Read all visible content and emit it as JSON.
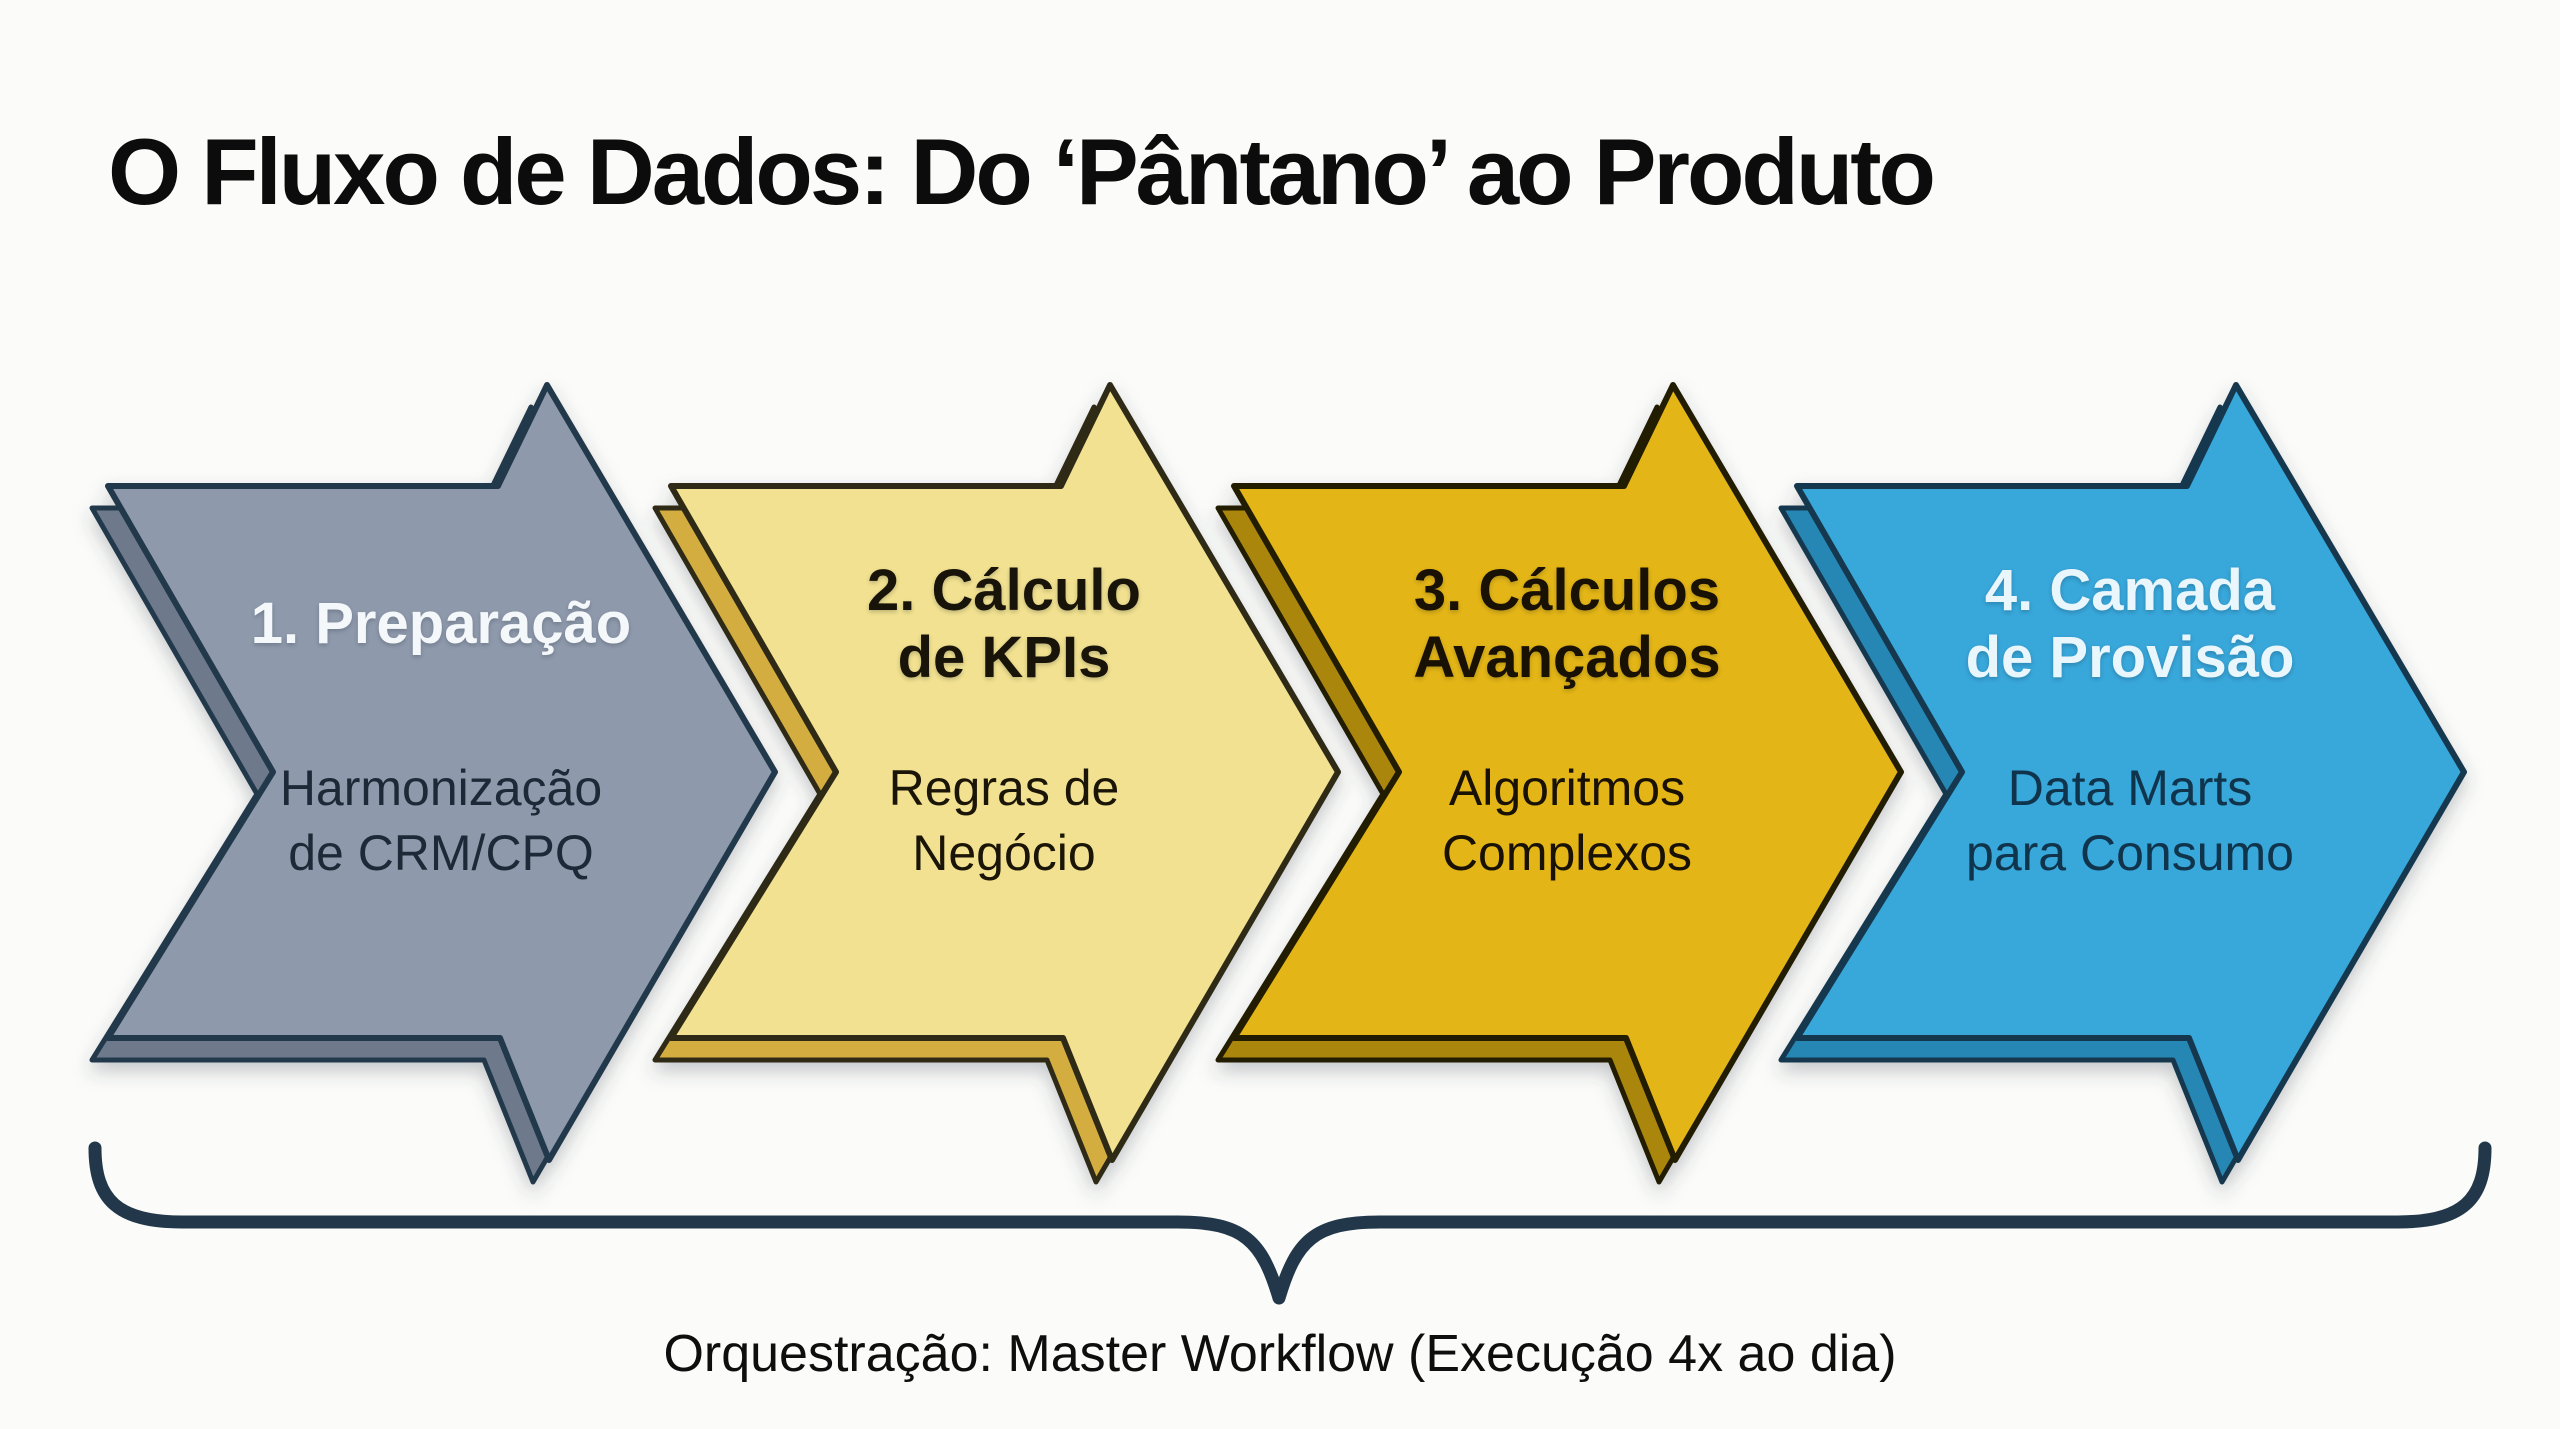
{
  "title": "O Fluxo de Dados: Do ‘Pântano’ ao Produto",
  "background_color": "#fbfbf9",
  "flow": {
    "steps": [
      {
        "id": 1,
        "title": "1. Preparação",
        "title_lines": [
          "1. Preparação"
        ],
        "subtitle": "Harmonização de CRM/CPQ",
        "subtitle_lines": [
          "Harmonização",
          "de CRM/CPQ"
        ],
        "colors": {
          "fill": "#8e9aac",
          "extrude": "#6e7a8c",
          "outline": "#24384c",
          "title_text": "#f5f8fa",
          "subtitle_text": "#1d2936"
        }
      },
      {
        "id": 2,
        "title": "2. Cálculo de KPIs",
        "title_lines": [
          "2. Cálculo",
          "de KPIs"
        ],
        "subtitle": "Regras de Negócio",
        "subtitle_lines": [
          "Regras de",
          "Negócio"
        ],
        "colors": {
          "fill": "#f1e190",
          "extrude": "#d4ad3f",
          "outline": "#2d2a15",
          "title_text": "#191409",
          "subtitle_text": "#1b1507"
        }
      },
      {
        "id": 3,
        "title": "3. Cálculos Avançados",
        "title_lines": [
          "3. Cálculos",
          "Avançados"
        ],
        "subtitle": "Algoritmos Complexos",
        "subtitle_lines": [
          "Algoritmos",
          "Complexos"
        ],
        "colors": {
          "fill": "#e3b517",
          "extrude": "#ab860e",
          "outline": "#231d06",
          "title_text": "#181104",
          "subtitle_text": "#191204"
        }
      },
      {
        "id": 4,
        "title": "4. Camada de Provisão",
        "title_lines": [
          "4. Camada",
          "de Provisão"
        ],
        "subtitle": "Data Marts para Consumo",
        "subtitle_lines": [
          "Data Marts",
          "para Consumo"
        ],
        "colors": {
          "fill": "#37a7da",
          "extrude": "#2787b4",
          "outline": "#16384f",
          "title_text": "#e9f6fc",
          "subtitle_text": "#0f344b"
        }
      }
    ]
  },
  "orchestration": {
    "label": "Orquestração: Master Workflow (Execução 4x ao dia)",
    "brace_color": "#22384a"
  }
}
